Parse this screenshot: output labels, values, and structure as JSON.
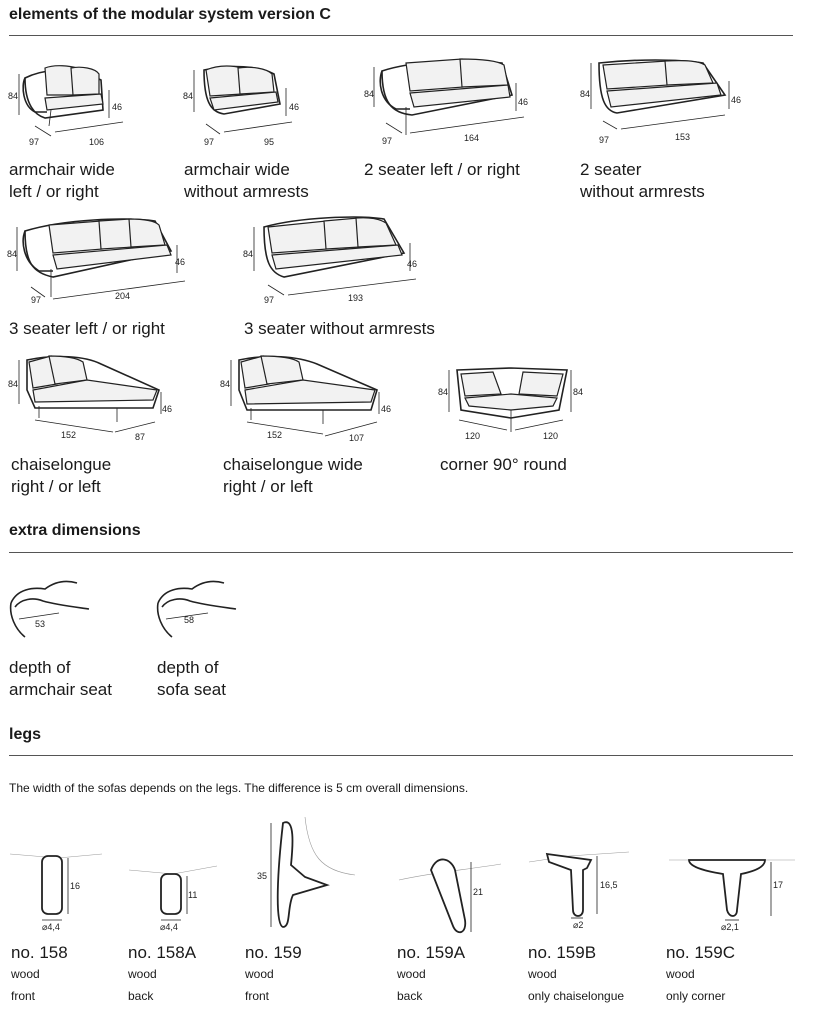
{
  "sections": {
    "modular": "elements of the modular system version C",
    "extra": "extra dimensions",
    "legs": "legs"
  },
  "elements": [
    {
      "line1": "armchair wide",
      "line2": "left / or right",
      "h": "84",
      "seat": "46",
      "d": "97",
      "w": "106"
    },
    {
      "line1": "armchair wide",
      "line2": "without armrests",
      "h": "84",
      "seat": "46",
      "d": "97",
      "w": "95"
    },
    {
      "line1": "2 seater left / or right",
      "line2": "",
      "h": "84",
      "seat": "46",
      "d": "97",
      "w": "164"
    },
    {
      "line1": "2 seater",
      "line2": "without armrests",
      "h": "84",
      "seat": "46",
      "d": "97",
      "w": "153"
    },
    {
      "line1": "3 seater left / or right",
      "line2": "",
      "h": "84",
      "seat": "46",
      "d": "97",
      "w": "204"
    },
    {
      "line1": "3 seater without armrests",
      "line2": "",
      "h": "84",
      "seat": "46",
      "d": "97",
      "w": "193"
    },
    {
      "line1": "chaiselongue",
      "line2": "right / or left",
      "h": "84",
      "seat": "46",
      "d": "152",
      "w": "87"
    },
    {
      "line1": "chaiselongue wide",
      "line2": "right / or left",
      "h": "84",
      "seat": "46",
      "d": "152",
      "w": "107"
    },
    {
      "line1": "corner 90° round",
      "line2": "",
      "h": "84",
      "h2": "84",
      "d": "120",
      "w": "120"
    }
  ],
  "extra": [
    {
      "line1": "depth of",
      "line2": "armchair seat",
      "value": "53"
    },
    {
      "line1": "depth of",
      "line2": "sofa seat",
      "value": "58"
    }
  ],
  "legs_note": "The width of the sofas depends on the legs. The difference is 5 cm overall dimensions.",
  "legs": [
    {
      "name": "no. 158",
      "material": "wood",
      "position": "front",
      "height": "16",
      "diameter": "⌀4,4"
    },
    {
      "name": "no. 158A",
      "material": "wood",
      "position": "back",
      "height": "11",
      "diameter": "⌀4,4"
    },
    {
      "name": "no. 159",
      "material": "wood",
      "position": "front",
      "height": "35",
      "diameter": ""
    },
    {
      "name": "no. 159A",
      "material": "wood",
      "position": "back",
      "height": "21",
      "diameter": ""
    },
    {
      "name": "no. 159B",
      "material": "wood",
      "position": "only chaiselongue",
      "height": "16,5",
      "diameter": "⌀2"
    },
    {
      "name": "no. 159C",
      "material": "wood",
      "position": "only corner",
      "height": "17",
      "diameter": "⌀2,1"
    }
  ]
}
